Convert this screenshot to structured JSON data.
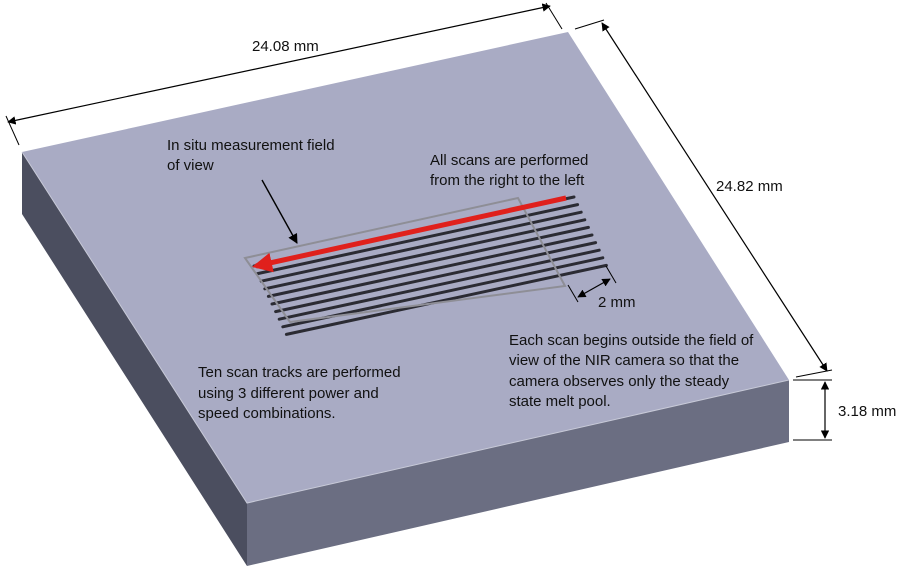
{
  "dimensions": {
    "width_label": "24.08 mm",
    "depth_label": "24.82 mm",
    "height_label": "3.18 mm",
    "track_spacing_label": "2 mm"
  },
  "annotations": {
    "fov_title_lines": [
      "In situ measurement field",
      "of view"
    ],
    "scan_direction_lines": [
      "All scans are performed",
      "from the right to the left"
    ],
    "tracks_note_lines": [
      "Ten scan tracks are performed",
      "using 3 different power and",
      "speed combinations."
    ],
    "camera_note_lines": [
      "Each scan begins outside the field of",
      "view of the NIR camera so that the",
      "camera observes only the steady",
      "state melt pool."
    ]
  },
  "scan_tracks": {
    "count": 10
  },
  "colors": {
    "top_face": "#a9abc4",
    "left_face": "#4b4e5f",
    "front_face": "#6b6e82",
    "track": "#2b2b33",
    "fov_box": "#8e8e96",
    "scan_arrow": "#e0201c",
    "dimension_line": "#000000"
  }
}
